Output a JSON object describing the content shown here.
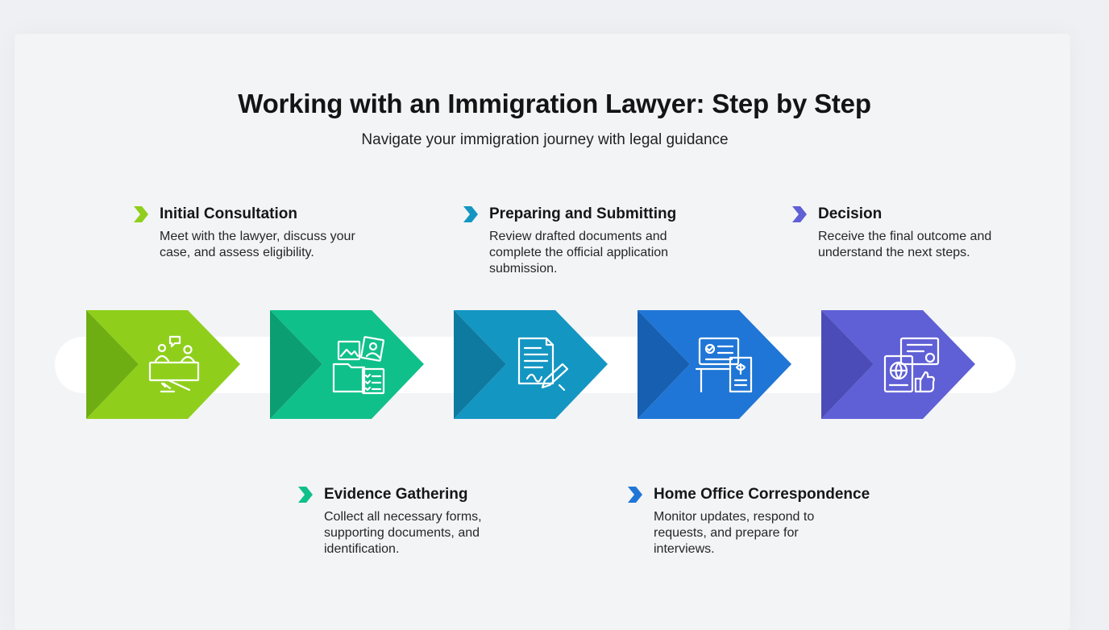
{
  "title": "Working with an Immigration Lawyer: Step by Step",
  "subtitle": "Navigate your immigration journey with legal guidance",
  "steps": [
    {
      "name": "Initial Consultation",
      "description": "Meet with the lawyer, discuss your case, and assess eligibility.",
      "color": "#8fcf1c",
      "color_dark": "#6fae12",
      "icon": "consultation-icon",
      "label_position": "top"
    },
    {
      "name": "Evidence Gathering",
      "description": "Collect all necessary forms, supporting documents, and identification.",
      "color": "#10c08a",
      "color_dark": "#0b9e72",
      "icon": "documents-folder-icon",
      "label_position": "bottom"
    },
    {
      "name": "Preparing and Submitting",
      "description": "Review drafted documents and complete the official application submission.",
      "color": "#1496c2",
      "color_dark": "#0f7aa0",
      "icon": "signing-document-icon",
      "label_position": "top"
    },
    {
      "name": "Home Office Correspondence",
      "description": "Monitor updates, respond to requests, and prepare for interviews.",
      "color": "#1f76d6",
      "color_dark": "#175fb0",
      "icon": "monitor-correspondence-icon",
      "label_position": "bottom"
    },
    {
      "name": "Decision",
      "description": "Receive the final outcome and understand the next steps.",
      "color": "#5f5fd6",
      "color_dark": "#4c4cb8",
      "icon": "passport-approval-icon",
      "label_position": "top"
    }
  ]
}
